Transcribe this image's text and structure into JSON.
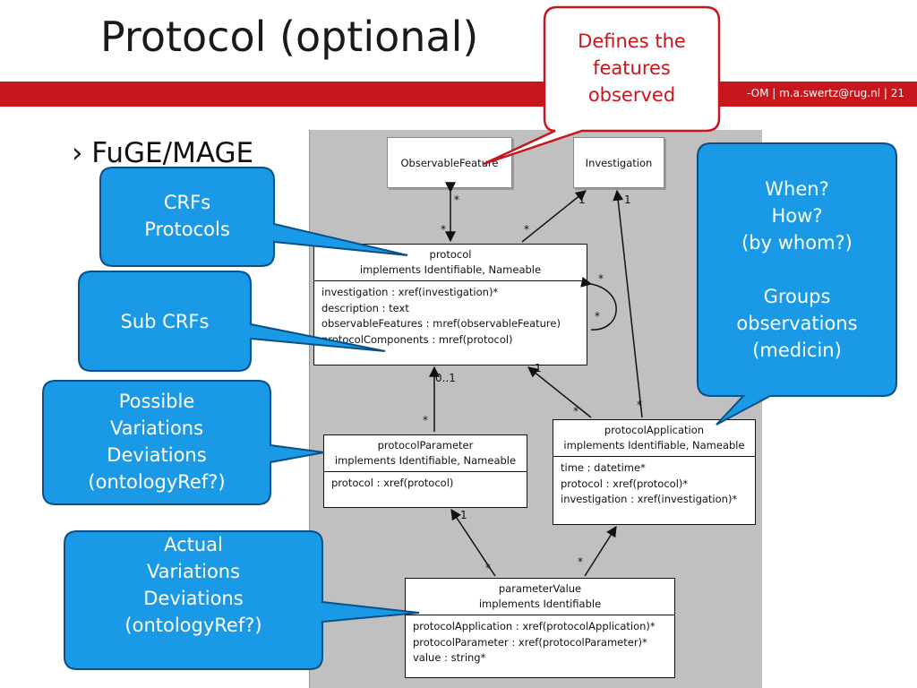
{
  "slide": {
    "title": "Protocol (optional)",
    "footer": "-OM  |  m.a.swertz@rug.nl  |  21",
    "bullet": "› FuGE/MAGE"
  },
  "diagram": {
    "observable_feature": "ObservableFeature",
    "investigation": "Investigation",
    "protocol": {
      "name": "protocol",
      "stereotype": "implements Identifiable, Nameable",
      "attrs": [
        "investigation : xref(investigation)*",
        "description : text",
        "observableFeatures : mref(observableFeature)",
        "protocolComponents : mref(protocol)"
      ]
    },
    "protocol_parameter": {
      "name": "protocolParameter",
      "stereotype": "implements Identifiable, Nameable",
      "attrs": [
        "protocol : xref(protocol)"
      ]
    },
    "protocol_application": {
      "name": "protocolApplication",
      "stereotype": "implements Identifiable, Nameable",
      "attrs": [
        "time : datetime*",
        "protocol : xref(protocol)*",
        "investigation : xref(investigation)*"
      ]
    },
    "parameter_value": {
      "name": "parameterValue",
      "stereotype": "implements Identifiable",
      "attrs": [
        "protocolApplication : xref(protocolApplication)*",
        "protocolParameter : xref(protocolParameter)*",
        "value : string*"
      ]
    },
    "multiplicities": {
      "star": "*",
      "one": "1",
      "zero_one": "0..1"
    }
  },
  "callouts": {
    "defines": "Defines the\nfeatures\nobserved",
    "crfs": "CRFs\nProtocols",
    "sub_crfs": "Sub CRFs",
    "possible": "Possible\nVariations\nDeviations\n(ontologyRef?)",
    "actual": "Actual\nVariations\nDeviations\n(ontologyRef?)",
    "when": "When?\nHow?\n(by whom?)\n\nGroups\nobservations\n(medicin)"
  },
  "colors": {
    "accent_red": "#c8161d",
    "callout_blue": "#1a9ae6",
    "panel_gray": "#c0c0c0"
  }
}
